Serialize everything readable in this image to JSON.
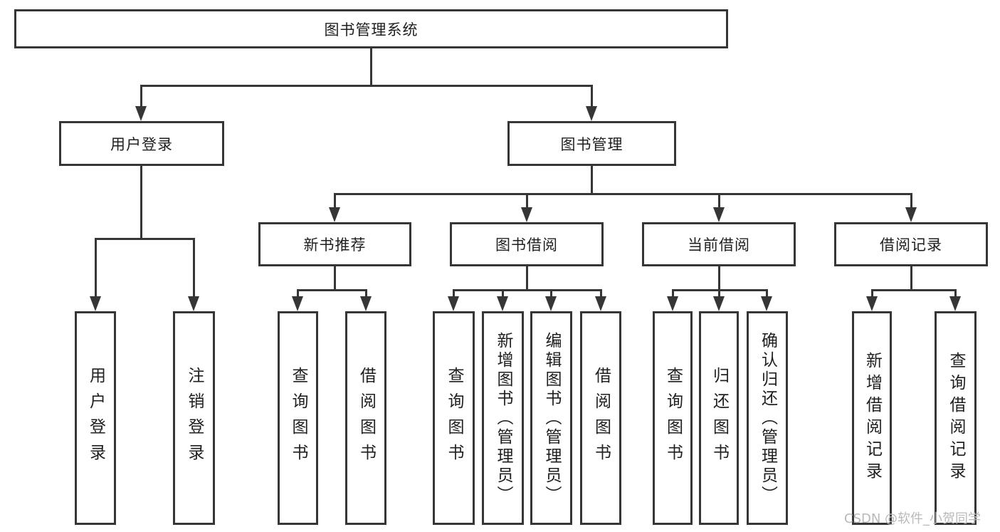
{
  "diagram": {
    "type": "hierarchy-chart",
    "root": {
      "label": "图书管理系统"
    },
    "level2": [
      {
        "label": "用户登录"
      },
      {
        "label": "图书管理"
      }
    ],
    "level3": [
      {
        "label": "新书推荐",
        "parent": "图书管理"
      },
      {
        "label": "图书借阅",
        "parent": "图书管理"
      },
      {
        "label": "当前借阅",
        "parent": "图书管理"
      },
      {
        "label": "借阅记录",
        "parent": "图书管理"
      }
    ],
    "leaves": [
      {
        "label": "用户登录",
        "parent": "用户登录"
      },
      {
        "label": "注销登录",
        "parent": "用户登录"
      },
      {
        "label": "查询图书",
        "parent": "新书推荐"
      },
      {
        "label": "借阅图书",
        "parent": "新书推荐"
      },
      {
        "label": "查询图书",
        "parent": "图书借阅"
      },
      {
        "label": "新增图书（管理员）",
        "parent": "图书借阅"
      },
      {
        "label": "编辑图书（管理员）",
        "parent": "图书借阅"
      },
      {
        "label": "借阅图书",
        "parent": "图书借阅"
      },
      {
        "label": "查询图书",
        "parent": "当前借阅"
      },
      {
        "label": "归还图书",
        "parent": "当前借阅"
      },
      {
        "label": "确认归还（管理员）",
        "parent": "当前借阅"
      },
      {
        "label": "新增借阅记录",
        "parent": "借阅记录"
      },
      {
        "label": "查询借阅记录",
        "parent": "借阅记录"
      }
    ]
  },
  "watermark": "CSDN @软件_小贺同学",
  "colors": {
    "line": "#363636",
    "box_border": "#363636",
    "box_fill": "#ffffff",
    "text": "#1f1f1f",
    "watermark": "#b9b9b9"
  }
}
